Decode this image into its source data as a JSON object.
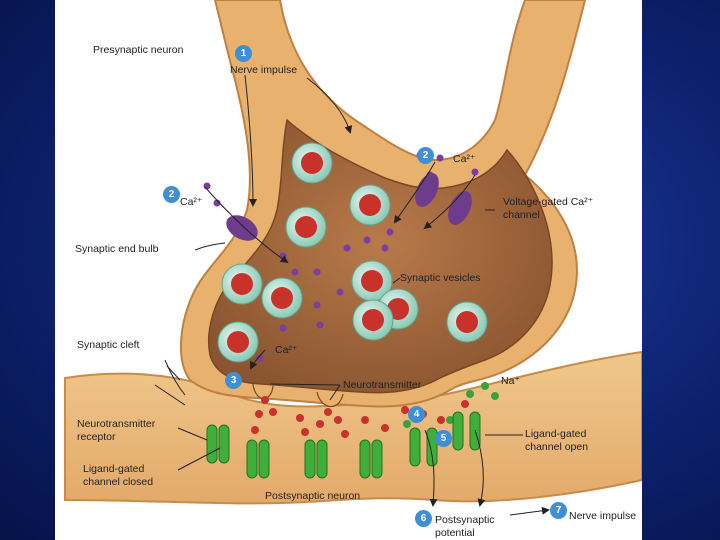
{
  "labels": {
    "presynaptic_neuron": "Presynaptic neuron",
    "nerve_impulse": "Nerve impulse",
    "ca_top": "Ca²⁺",
    "ca_left": "Ca²⁺",
    "ca_bottom": "Ca²⁺",
    "voltage_gated_1": "Voltage-gated Ca²⁺",
    "voltage_gated_2": "channel",
    "synaptic_end_bulb": "Synaptic end bulb",
    "synaptic_vesicles": "Synaptic vesicles",
    "synaptic_cleft": "Synaptic cleft",
    "neurotransmitter": "Neurotransmitter",
    "na": "Na⁺",
    "nt_receptor_1": "Neurotransmitter",
    "nt_receptor_2": "receptor",
    "lg_open_1": "Ligand-gated",
    "lg_open_2": "channel open",
    "lg_closed_1": "Ligand-gated",
    "lg_closed_2": "channel closed",
    "postsynaptic_neuron": "Postsynaptic neuron",
    "postsynaptic_potential_1": "Postsynaptic",
    "postsynaptic_potential_2": "potential",
    "nerve_impulse_out": "Nerve impulse"
  },
  "steps": {
    "s1": "1",
    "s2a": "2",
    "s2b": "2",
    "s3": "3",
    "s4": "4",
    "s5": "5",
    "s6": "6",
    "s7": "7"
  },
  "colors": {
    "background": "#0d2270",
    "membrane": "#e8b26e",
    "cytoplasm": "#a0683e",
    "vesicle": "#9fd7c7",
    "neurotransmitter": "#c8322a",
    "calcium_ion": "#7a3ea0",
    "sodium_ion": "#3ca13a",
    "channel": "#3fae3a",
    "step_badge": "#3f8fd6"
  }
}
